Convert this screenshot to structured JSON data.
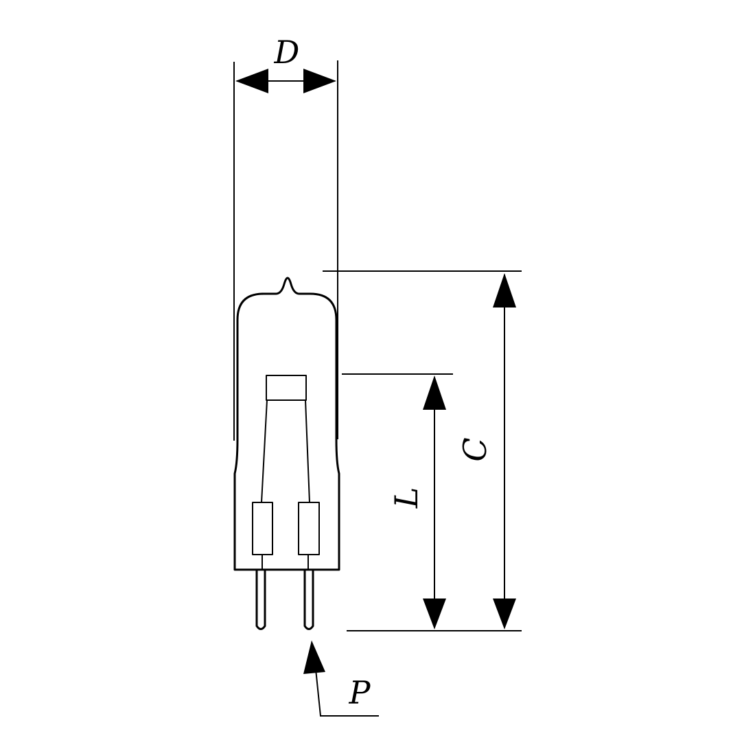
{
  "labels": {
    "diameter": "D",
    "overall_length": "C",
    "light_center_length": "L",
    "pins": "P"
  },
  "colors": {
    "stroke": "#000000",
    "background": "#ffffff"
  }
}
